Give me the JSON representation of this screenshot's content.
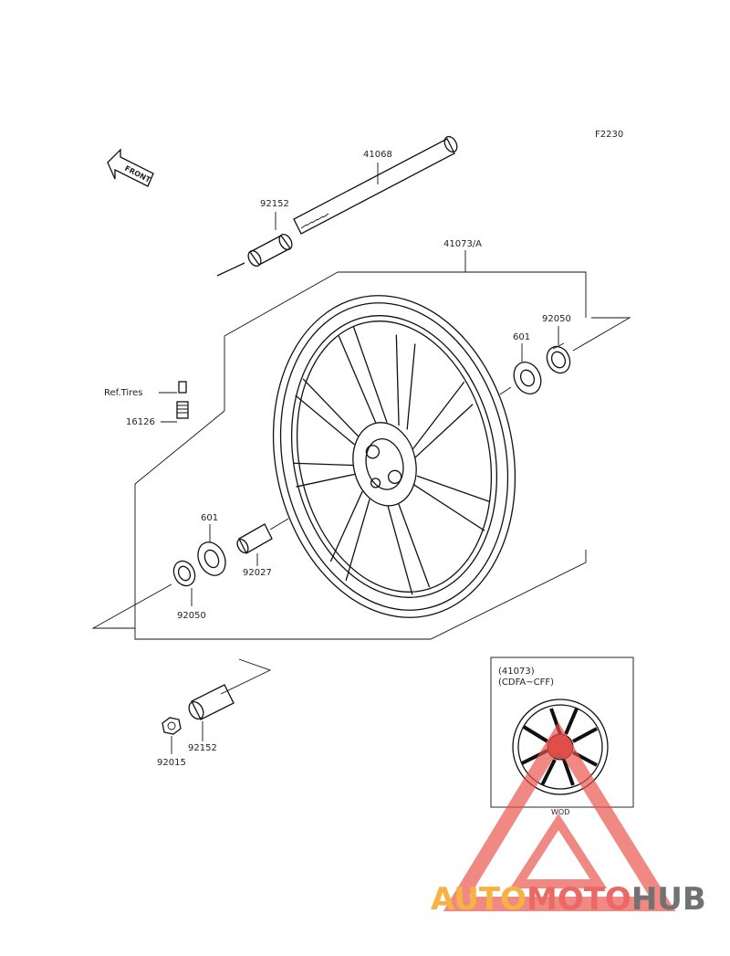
{
  "figure_code": "F2230",
  "front_label": "FRONT",
  "parts": {
    "axle": "41068",
    "collar_top": "92152",
    "wheel": "41073/A",
    "seal_right": "92050",
    "bearing_right": "601",
    "ref_tires": "Ref.Tires",
    "valve": "16126",
    "bearing_left": "601",
    "sleeve": "92027",
    "seal_left": "92050",
    "collar_bottom": "92152",
    "nut": "92015"
  },
  "inset": {
    "line1": "(41073)",
    "line2": "(CDFA~CFF)",
    "caption": "WOD"
  },
  "watermark": {
    "part1": "AUTO",
    "part2": "MOTO",
    "part3": "HUB",
    "color1": "#f5a623",
    "color2": "#e8504a",
    "color3": "#5a5a5a"
  }
}
